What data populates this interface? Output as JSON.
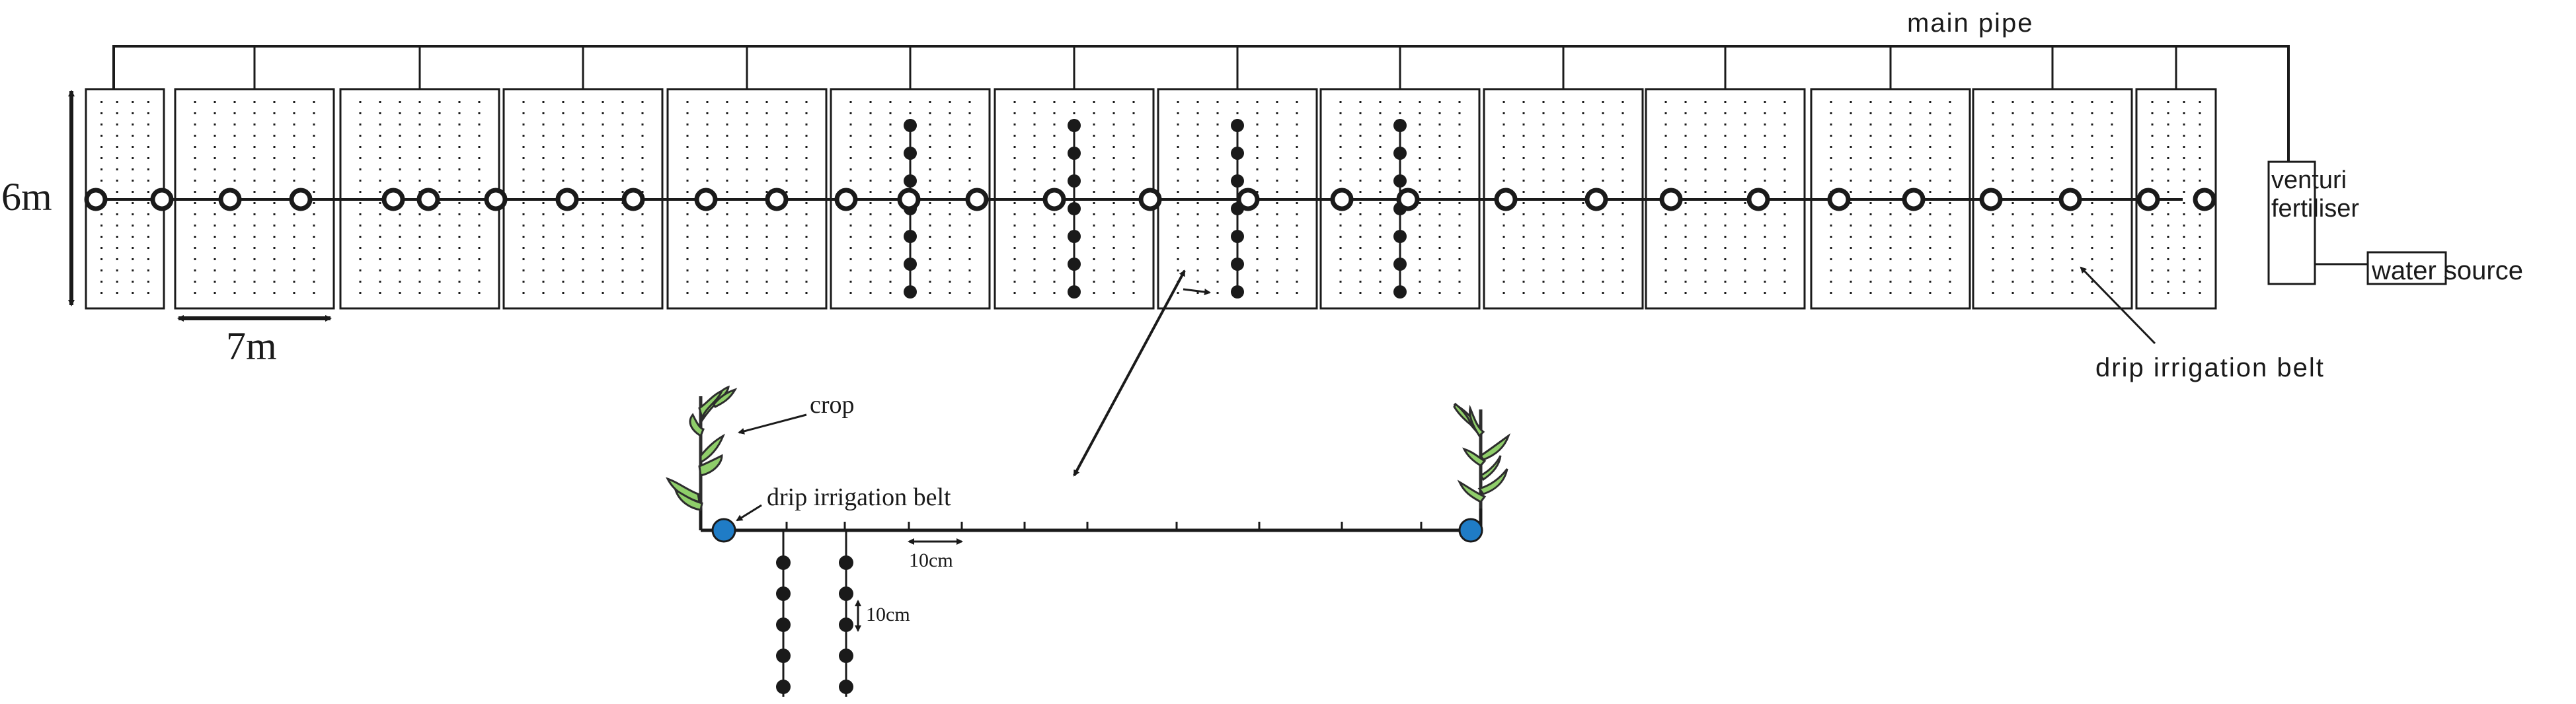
{
  "labels": {
    "main_pipe": "main pipe",
    "venturi_line1": "venturi",
    "venturi_line2": "fertiliser",
    "water_source": "water source",
    "drip_belt_top": "drip irrigation belt",
    "drip_belt_detail": "drip irrigation belt",
    "crop": "crop",
    "width_dim": "7m",
    "height_dim": "6m",
    "spacing_horizontal": "10cm",
    "spacing_vertical": "10cm"
  },
  "plots": {
    "count": 14,
    "highlighted": [
      5,
      6,
      7,
      8
    ]
  },
  "colors": {
    "line": "#1a1a1a",
    "emitter_blue": "#1f7cc6",
    "crop_fill": "#8fce6a",
    "crop_stroke": "#2d2d2d"
  }
}
